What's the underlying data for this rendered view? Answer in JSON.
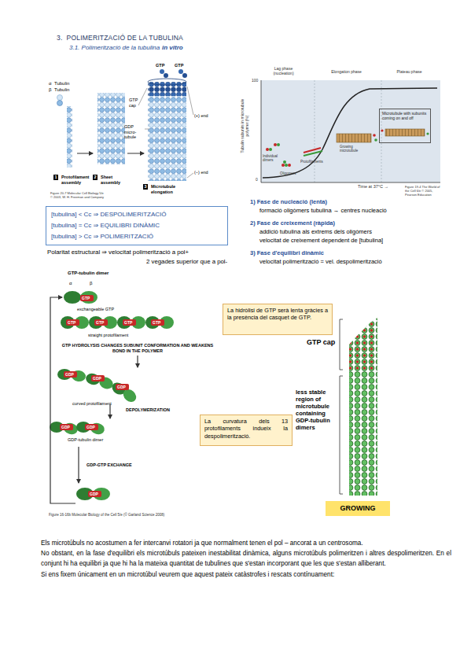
{
  "diagram": {
    "title": "3.  POLIMERITZACIÓ DE LA TUBULINA",
    "nodes": [
      {
        "text": [
          "[tubulina] < Cc ⇒ DESPOLIMERITZACIÓ",
          "[tubulina] = Cc ⇒ EQUILIBRI DINÀMIC",
          "[tubulina] > Cc ⇒ POLIMERITZACIÓ"
        ]
      },
      {
        "text": [
          "Microtubule with subunits coming on and off"
        ]
      },
      {
        "text": [
          "La hidròlisi de GTP serà lenta gràcies a la presència del casquet de GTP."
        ]
      },
      {
        "text": [
          "La curvatura dels 13 protofilaments indueix la despolimerització."
        ]
      },
      {
        "text": [
          "GROWING"
        ]
      }
    ],
    "labels": [
      "3.1.  Polimerització de la tubulina",
      "in vitro",
      "α",
      "Tubulin",
      "β",
      "Tubulin",
      "GTP",
      "GTP",
      "GTP cap",
      "GDP micro-tubule",
      "(+) end",
      "(−) end",
      "1",
      "Protofilament assembly",
      "2",
      "Sheet assembly",
      "3",
      "Microtubule elongation",
      "Figure 20-7 Molecular Cell Biology 5/e © 2003, W. H. Freeman and Company",
      "Polaritat estructural ⇒ velocitat polimerització a pol+",
      "2 vegades superior que a pol-",
      "Lag phase (nucleation)",
      "Elongation phase",
      "Plateau phase",
      "100",
      "0",
      "Tubulin subunits in microtubule polymer (%)",
      "Individual dimers",
      "Oligomers",
      "Protofilaments",
      "Growing microtubule",
      "Time at 37°C →",
      "Figure 19-4 The World of the Cell 6/e © 2005, Pearson Education",
      "1) Fase de nucleació (lenta)",
      "formació oligòmers tubulina → centres nucleació",
      "2) Fase de creixement (ràpida)",
      "addició tubulina als extrems dels oligòmers",
      "velocitat de creixement dependent de [tubulina]",
      "3) Fase d'equilibri dinàmic",
      "velocitat polimerització = vel. despolimerització",
      "GTP-tubulin dimer",
      "α",
      "β",
      "GTP",
      "exchangeable GTP",
      "GTP",
      "GTP",
      "GTP",
      "GTP",
      "straight protofilament",
      "GTP HYDROLYSIS CHANGES SUBUNIT CONFORMATION AND WEAKENS BOND IN THE POLYMER",
      "GDP",
      "GDP",
      "GDP",
      "curved protofilament",
      "DEPOLYMERIZATION",
      "GDP",
      "GDP",
      "GDP-tubulin dimer",
      "GDP-GTP EXCHANGE",
      "GDP",
      "Figure 16-16b Molecular Biology of the Cell 5/e (© Garland Science 2008)",
      "GTP cap",
      "less stable region of microtubule containing GDP-tubulin dimers",
      "Els microtúbuls no acostumen a fer intercanvi rotatori ja que normalment tenen el pol – ancorat a un centrosoma.",
      "No obstant, en la fase d'equilibri els microtúbuls pateixen inestabilitat dinàmica, alguns microtúbuls polimeritzen i altres despolimeritzen. En el conjunt hi ha equilibri ja que hi ha la mateixa quantitat de tubulines que s'estan incorporant que les que s'estan alliberant.",
      "Si ens fixem únicament en un microtúbul veurem que aquest pateix catàstrofes i rescats contínuament:"
    ]
  }
}
